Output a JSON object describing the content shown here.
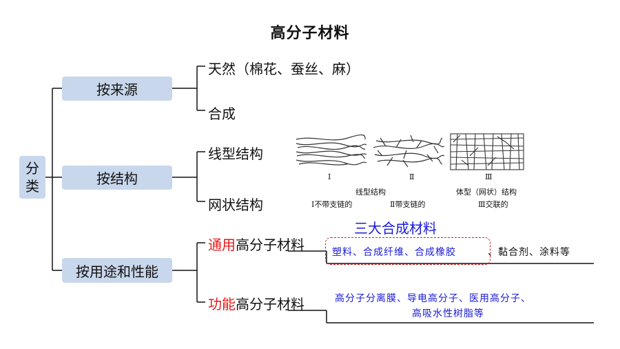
{
  "title": "高分子材料",
  "root": {
    "line1": "分",
    "line2": "类"
  },
  "branches": {
    "source": {
      "label": "按来源",
      "items": [
        "天然（棉花、蚕丝、麻）",
        "合成"
      ]
    },
    "structure": {
      "label": "按结构",
      "items": [
        "线型结构",
        "网状结构"
      ],
      "figure": {
        "roman": [
          "Ⅰ",
          "Ⅱ",
          "Ⅲ"
        ],
        "caption_linear": "线型结构",
        "caption_body": "体型（网状）结构",
        "sub_1": "Ⅰ不带支链的",
        "sub_2": "Ⅱ带支链的",
        "sub_3": "Ⅲ交联的"
      }
    },
    "usage": {
      "label": "按用途和性能",
      "general": {
        "prefix": "通用",
        "suffix": "高分子材料",
        "highlight_title": "三大合成材料",
        "highlight_text": "塑料、合成纤维、合成橡胶",
        "rest_text": "、黏合剂、涂料等"
      },
      "functional": {
        "prefix": "功能",
        "suffix": "高分子材料",
        "line1": "高分子分离膜、导电高分子、医用高分子、",
        "line2": "高吸水性树脂等"
      }
    }
  },
  "colors": {
    "box_fill": "#c8d7ec",
    "red": "#e31a1a",
    "blue": "#1a1ad6"
  }
}
